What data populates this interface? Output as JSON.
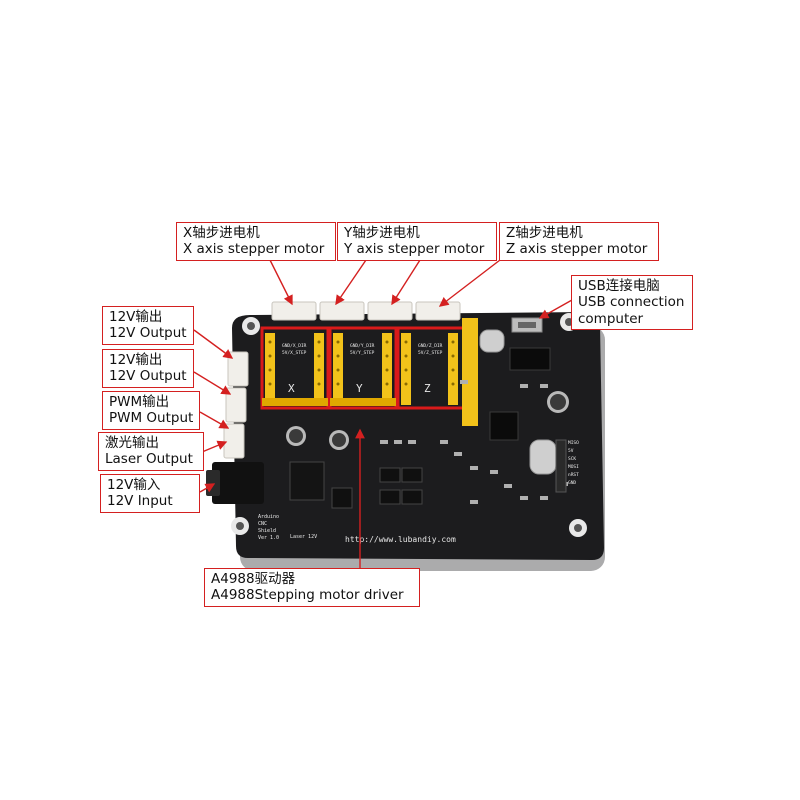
{
  "callouts": {
    "x_motor": {
      "cn": "X轴步进电机",
      "en": "X axis stepper motor"
    },
    "y_motor": {
      "cn": "Y轴步进电机",
      "en": "Y axis stepper motor"
    },
    "z_motor": {
      "cn": "Z轴步进电机",
      "en": "Z axis stepper motor"
    },
    "usb": {
      "cn": "USB连接电脑",
      "en": "USB connection",
      "en2": "computer"
    },
    "out1": {
      "cn": "12V输出",
      "en": "12V Output"
    },
    "out2": {
      "cn": "12V输出",
      "en": "12V Output"
    },
    "pwm": {
      "cn": "PWM输出",
      "en": "PWM Output"
    },
    "laser": {
      "cn": "激光输出",
      "en": "Laser Output"
    },
    "input": {
      "cn": "12V输入",
      "en": "12V Input"
    },
    "driver": {
      "cn": "A4988驱动器",
      "en": "A4988Stepping motor driver"
    }
  },
  "board": {
    "url": "http://www.lubandiy.com",
    "bottom_text": [
      "Arduino",
      "CNC",
      "Shield",
      "Ver 1.0"
    ],
    "laser_label": "Laser 12V",
    "axis_labels": [
      "X",
      "Y",
      "Z"
    ],
    "driver_silk": [
      "GND/X_DIR",
      "5V/X_STEP",
      "GND/Y_DIR",
      "5V/Y_STEP",
      "GND/Z_DIR",
      "5V/Z_STEP"
    ],
    "header_labels": [
      "MISO",
      "5V",
      "SCK",
      "MOSI",
      "nRST",
      "GND"
    ]
  },
  "colors": {
    "callout_border": "#d42020",
    "board": "#1c1c1e",
    "driver_red": "#d91a1a",
    "header_yellow": "#f2c21a"
  }
}
